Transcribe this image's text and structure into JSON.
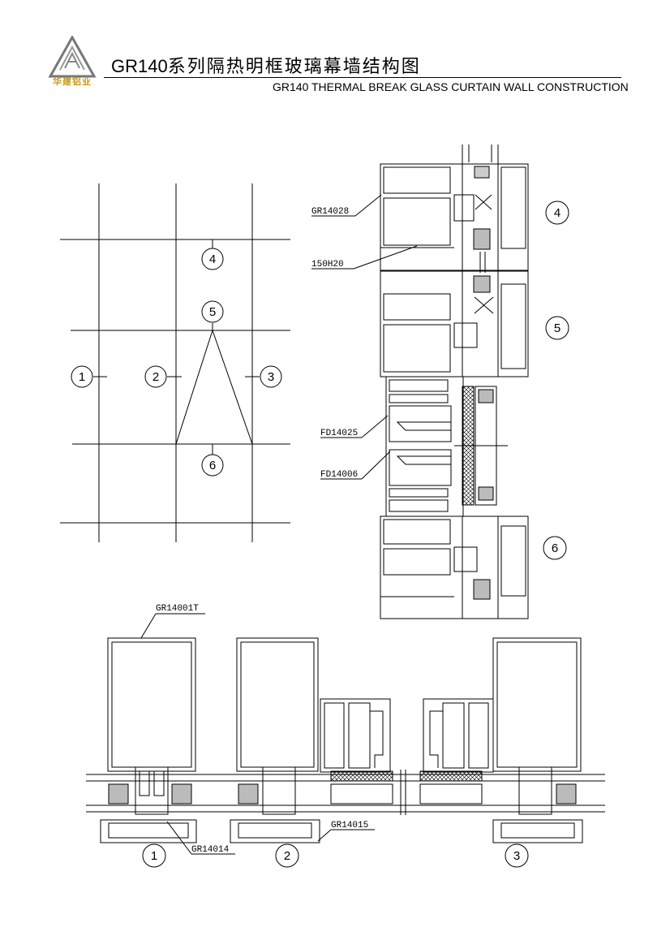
{
  "header": {
    "logo_text": "华建铝业",
    "title_code": "GR140",
    "title_cn": "系列隔热明框玻璃幕墙结构图",
    "title_en": "GR140 THERMAL BREAK  GLASS CURTAIN WALL CONSTRUCTION"
  },
  "elevation": {
    "markers": [
      "1",
      "2",
      "3",
      "4",
      "5",
      "6"
    ]
  },
  "section_vertical": {
    "labels": [
      "GR14028",
      "150H20",
      "FD14025",
      "FD14006"
    ],
    "markers": [
      "4",
      "5",
      "6"
    ]
  },
  "section_horizontal": {
    "labels": [
      "GR14001T",
      "GR14014",
      "GR14015"
    ],
    "markers": [
      "1",
      "2",
      "3"
    ]
  }
}
